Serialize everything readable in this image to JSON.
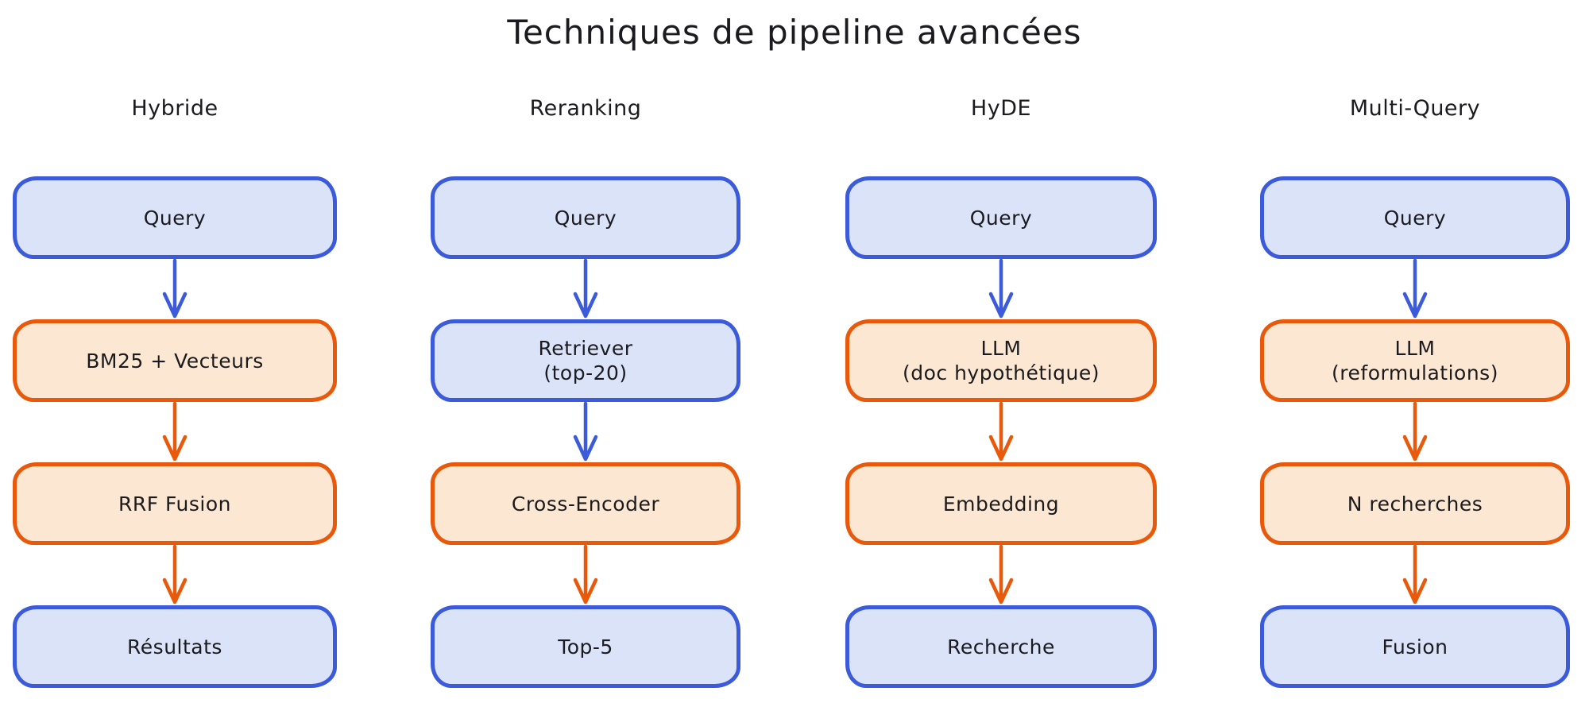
{
  "title": "Techniques de pipeline avancées",
  "colors": {
    "background": "#ffffff",
    "text": "#1b1b1f",
    "blue_stroke": "#3b5bdb",
    "blue_fill": "#dbe3f9",
    "orange_stroke": "#e8590c",
    "orange_fill": "#fce8d2"
  },
  "columns": [
    {
      "header": "Hybride",
      "nodes": [
        {
          "lines": [
            "Query"
          ],
          "style": "blue"
        },
        {
          "lines": [
            "BM25 + Vecteurs"
          ],
          "style": "orange"
        },
        {
          "lines": [
            "RRF Fusion"
          ],
          "style": "orange"
        },
        {
          "lines": [
            "Résultats"
          ],
          "style": "blue"
        }
      ],
      "arrows": [
        "blue",
        "orange",
        "orange"
      ]
    },
    {
      "header": "Reranking",
      "nodes": [
        {
          "lines": [
            "Query"
          ],
          "style": "blue"
        },
        {
          "lines": [
            "Retriever",
            "(top-20)"
          ],
          "style": "blue"
        },
        {
          "lines": [
            "Cross-Encoder"
          ],
          "style": "orange"
        },
        {
          "lines": [
            "Top-5"
          ],
          "style": "blue"
        }
      ],
      "arrows": [
        "blue",
        "blue",
        "orange"
      ]
    },
    {
      "header": "HyDE",
      "nodes": [
        {
          "lines": [
            "Query"
          ],
          "style": "blue"
        },
        {
          "lines": [
            "LLM",
            "(doc hypothétique)"
          ],
          "style": "orange"
        },
        {
          "lines": [
            "Embedding"
          ],
          "style": "orange"
        },
        {
          "lines": [
            "Recherche"
          ],
          "style": "blue"
        }
      ],
      "arrows": [
        "blue",
        "orange",
        "orange"
      ]
    },
    {
      "header": "Multi-Query",
      "nodes": [
        {
          "lines": [
            "Query"
          ],
          "style": "blue"
        },
        {
          "lines": [
            "LLM",
            "(reformulations)"
          ],
          "style": "orange"
        },
        {
          "lines": [
            "N recherches"
          ],
          "style": "orange"
        },
        {
          "lines": [
            "Fusion"
          ],
          "style": "blue"
        }
      ],
      "arrows": [
        "blue",
        "orange",
        "orange"
      ]
    }
  ]
}
